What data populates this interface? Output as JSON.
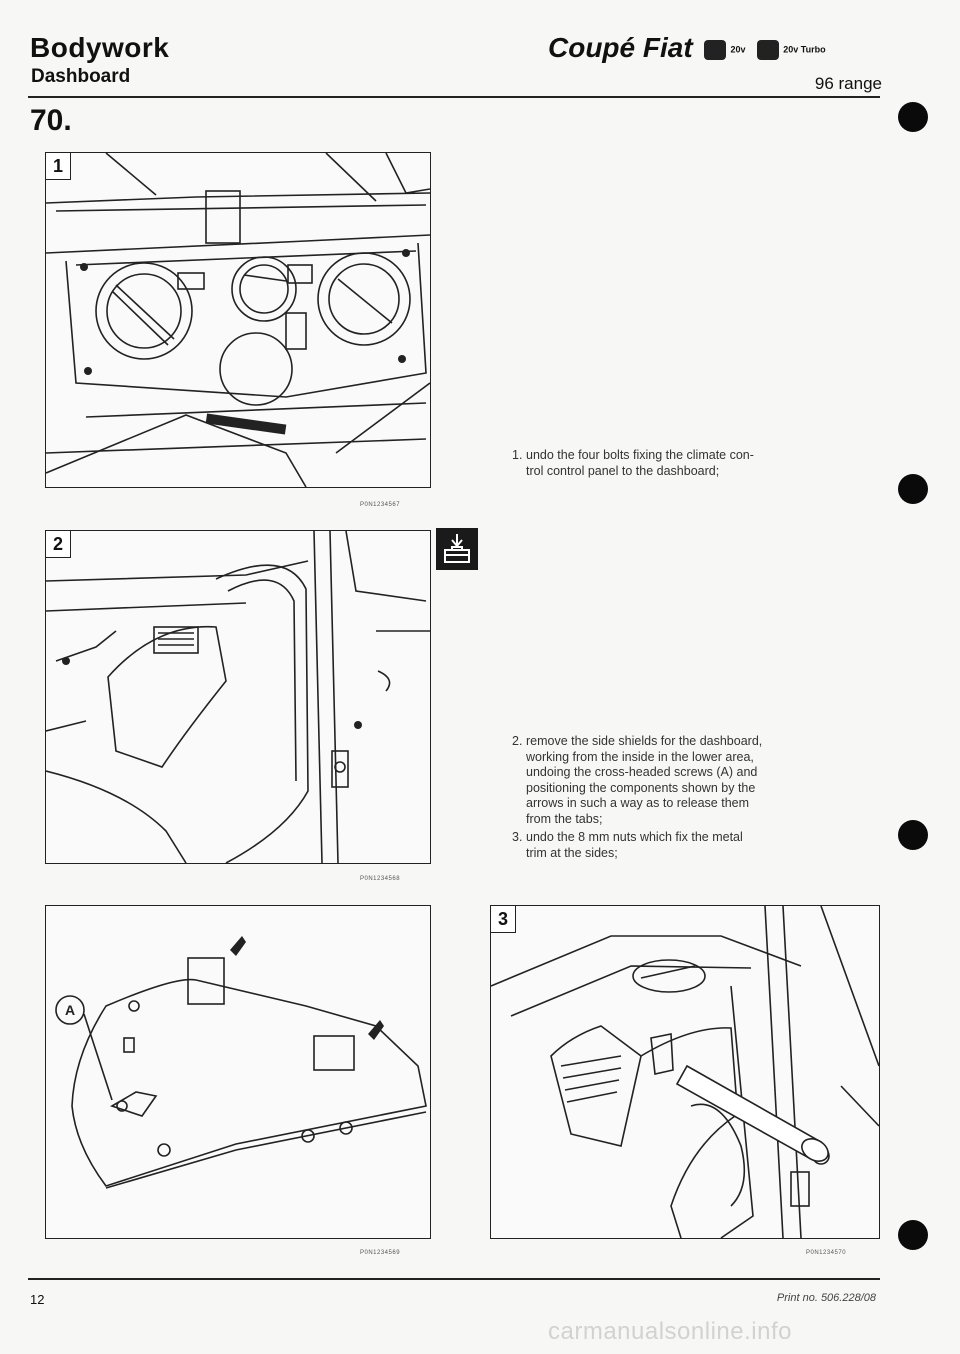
{
  "header": {
    "section_title": "Bodywork",
    "subsection_title": "Dashboard",
    "model_title": "Coupé Fiat",
    "model_variant_1": "20v",
    "model_variant_2": "20v Turbo",
    "range": "96 range",
    "operation_number": "70."
  },
  "figures": [
    {
      "number": "1",
      "code": "P0N1234567"
    },
    {
      "number": "2",
      "code": "P0N1234568"
    },
    {
      "number": "",
      "code": "P0N1234569",
      "callout": "A"
    },
    {
      "number": "3",
      "code": "P0N1234570"
    }
  ],
  "steps": [
    {
      "number": "1.",
      "lines": [
        "undo the four bolts fixing the climate con-",
        "trol control panel to the dashboard;"
      ]
    },
    {
      "number": "2.",
      "lines": [
        "remove the side shields for the dashboard,",
        "working from the inside in the lower area,",
        "undoing the cross-headed screws (A) and",
        "positioning the components shown by the",
        "arrows in such a way as to release them",
        "from the tabs;"
      ]
    },
    {
      "number": "3.",
      "lines": [
        "undo the 8 mm nuts which fix the metal",
        "trim at the sides;"
      ]
    }
  ],
  "icons": {
    "tool": "toolbox-icon",
    "margin_marker": "filled-circle-icon"
  },
  "footer": {
    "page_number": "12",
    "print_number": "Print no. 506.228/08"
  },
  "watermark": "carmanualsonline.info",
  "colors": {
    "ink": "#111111",
    "paper": "#f7f7f5"
  }
}
